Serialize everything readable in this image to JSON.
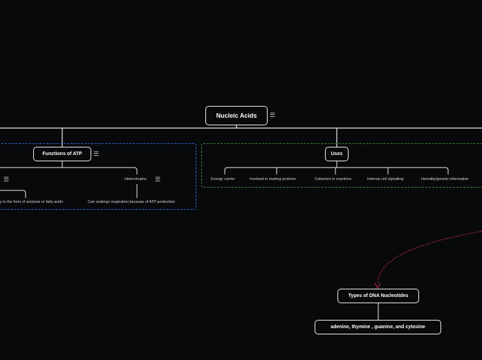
{
  "map": {
    "root": {
      "label": "Nucleic Acids",
      "menu_icon": "☰"
    },
    "functions": {
      "label": "Functions of ATP",
      "menu_icon": "☰",
      "boundary_color": "#1f6fd6",
      "left_branch_menu_icon": "☰",
      "heterotrophs": {
        "label": "Heterotrophs",
        "menu_icon": "☰"
      },
      "left_leaf": "y in the form of amylose or fatty acids",
      "heterotroph_leaf": "Can undergo respiration because of ATP production"
    },
    "uses": {
      "label": "Uses",
      "boundary_color": "#3e8a35",
      "items": [
        "Energy carrier",
        "Involved in making proteins",
        "Cofactors in reactions",
        "Internal cell signalling",
        "Heredity/genetic information"
      ]
    },
    "nucleotides": {
      "label": "Types of DNA Nucleotides",
      "child": "adenine,  thymine ,  guanine, and cytosine",
      "link_color": "#c8285a"
    }
  }
}
